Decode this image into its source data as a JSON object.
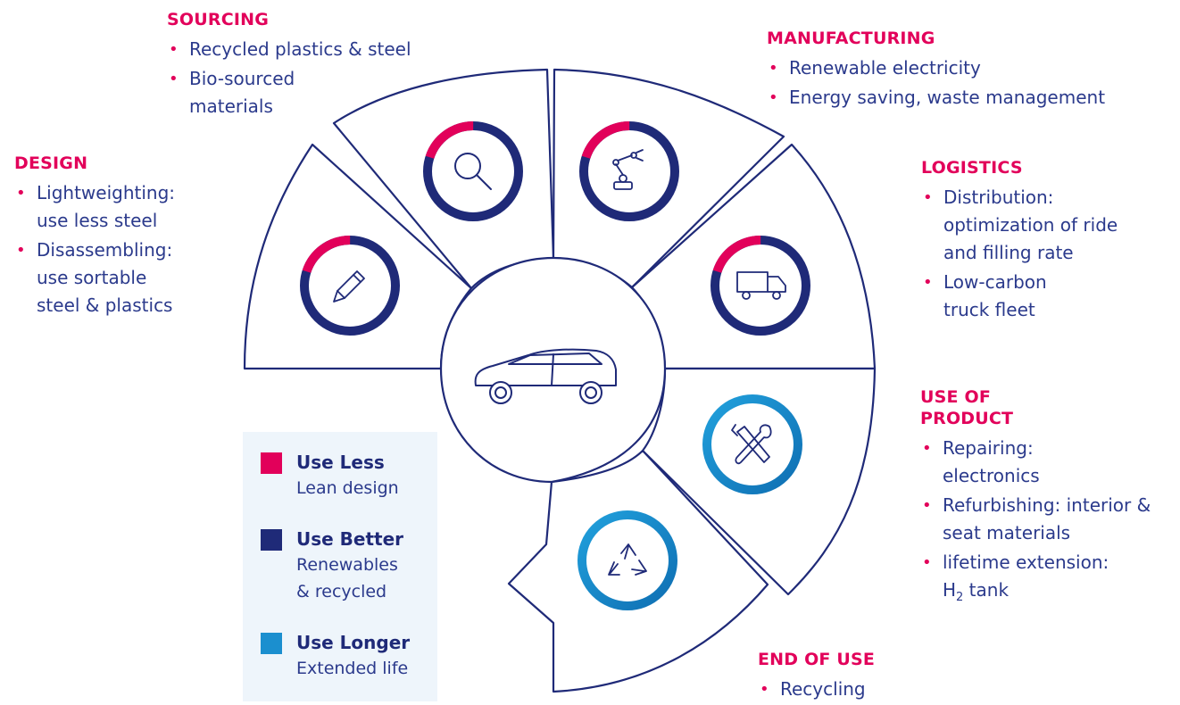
{
  "colors": {
    "use_less": "#e2005a",
    "use_better": "#1f2a78",
    "use_longer": "#1b8fcf",
    "outline": "#1f2a78",
    "heading": "#e2005a"
  },
  "center_icon": "car-icon",
  "stages": {
    "sourcing": {
      "heading": "SOURCING",
      "items": [
        "Recycled plastics & steel",
        "Bio-sourced materials"
      ],
      "icon": "magnifier-icon",
      "ring_use_less_fraction": 0.2
    },
    "manufacturing": {
      "heading": "MANUFACTURING",
      "items": [
        "Renewable electricity",
        "Energy saving, waste management"
      ],
      "icon": "robot-arm-icon",
      "ring_use_less_fraction": 0.2
    },
    "design": {
      "heading": "DESIGN",
      "items": [
        "Lightweighting: use less steel",
        "Disassembling: use sortable steel & plastics"
      ],
      "icon": "pencil-icon",
      "ring_use_less_fraction": 0.2
    },
    "logistics": {
      "heading": "LOGISTICS",
      "items": [
        "Distribution: optimization of ride and filling rate",
        "Low-carbon truck fleet"
      ],
      "icon": "truck-icon",
      "ring_use_less_fraction": 0.2
    },
    "use_of_product": {
      "heading": "USE OF PRODUCT",
      "items": [
        "Repairing: electronics",
        "Refurbishing: interior & seat materials",
        "lifetime extension:"
      ],
      "h2_item": {
        "prefix": "H",
        "subscript": "2",
        "suffix": " tank"
      },
      "icon": "wrench-screwdriver-icon"
    },
    "end_of_use": {
      "heading": "END OF USE",
      "items": [
        "Recycling"
      ],
      "icon": "recycle-icon"
    }
  },
  "legend": [
    {
      "title": "Use Less",
      "desc": "Lean design",
      "color": "#e2005a"
    },
    {
      "title": "Use Better",
      "desc": "Renewables\n& recycled",
      "color": "#1f2a78"
    },
    {
      "title": "Use Longer",
      "desc": "Extended life",
      "color": "#1b8fcf"
    }
  ]
}
